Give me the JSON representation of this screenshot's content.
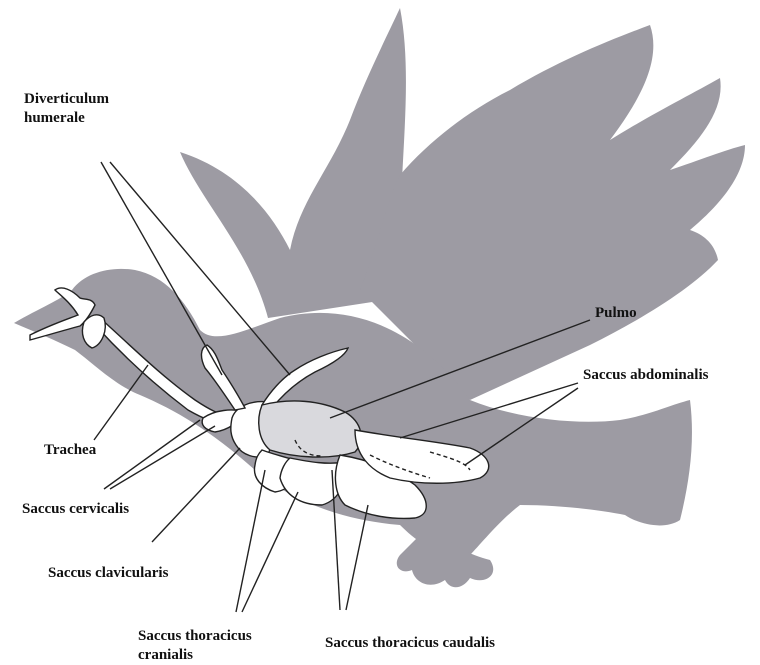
{
  "colors": {
    "silhouette": "#9d9ba3",
    "organ_fill": "#ffffff",
    "lung_fill": "#d9d9dd",
    "line": "#222222"
  },
  "labels": {
    "diverticulum_humerale": [
      "Diverticulum",
      "humerale"
    ],
    "pulmo": "Pulmo",
    "saccus_abdominalis": "Saccus abdominalis",
    "trachea": "Trachea",
    "saccus_cervicalis": "Saccus cervicalis",
    "saccus_clavicularis": "Saccus clavicularis",
    "saccus_thoracicus_cranialis": [
      "Saccus thoracicus",
      "cranialis"
    ],
    "saccus_thoracicus_caudalis": "Saccus thoracicus caudalis"
  }
}
